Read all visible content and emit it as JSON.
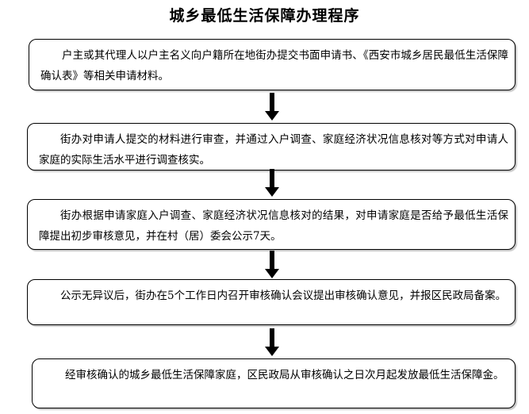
{
  "title": "城乡最低生活保障办理程序",
  "steps": [
    {
      "text": "户主或其代理人以户主名义向户籍所在地街办提交书面申请书、《西安市城乡居民最低生活保障确认表》等相关申请材料。"
    },
    {
      "text": "街办对申请人提交的材料进行审查，并通过入户调查、家庭经济状况信息核对等方式对申请人家庭的实际生活水平进行调查核实。"
    },
    {
      "text": "街办根据申请家庭入户调查、家庭经济状况信息核对的结果，对申请家庭是否给予最低生活保障提出初步审核意见，并在村（居）委会公示7天。"
    },
    {
      "text": "公示无异议后，街办在5个工作日内召开审核确认会议提出审核确认意见，并报区民政局备案。"
    },
    {
      "text": "经审核确认的城乡最低生活保障家庭，区民政局从审核确认之日次月起发放最低生活保障金。"
    }
  ],
  "colors": {
    "border": "#000000",
    "arrow": "#000000",
    "shadow": "#c8c8c8"
  },
  "icons": {
    "connector": "arrow-down-icon"
  }
}
